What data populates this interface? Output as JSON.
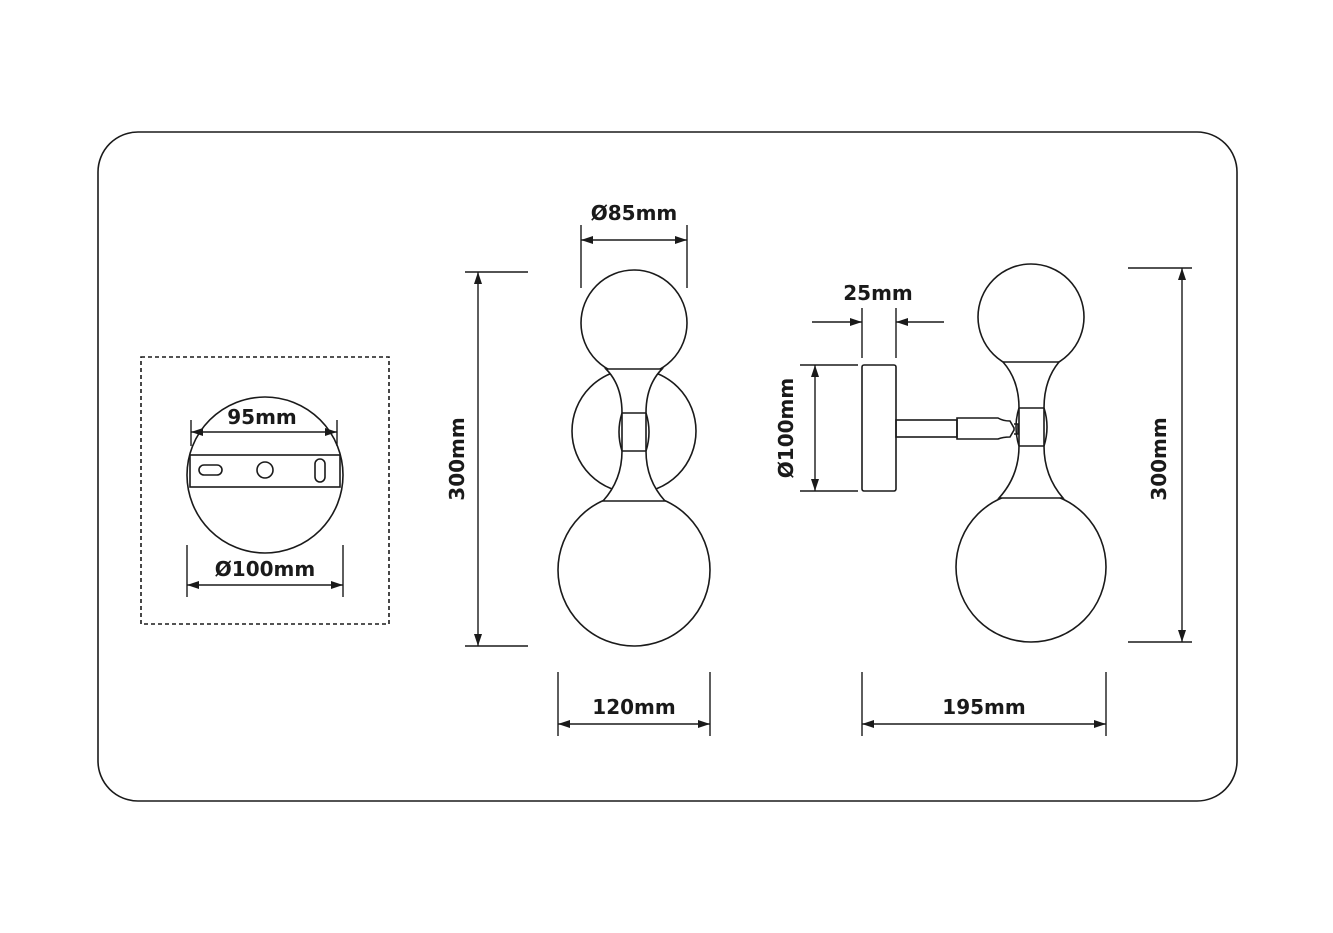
{
  "mounting_plate_view": {
    "bracket_width_label": "95mm",
    "canopy_diameter_label": "Ø100mm"
  },
  "front_view": {
    "globe_diameter_label": "Ø85mm",
    "height_label": "300mm",
    "width_label": "120mm"
  },
  "side_view": {
    "canopy_depth_label": "25mm",
    "canopy_diameter_label": "Ø100mm",
    "height_label": "300mm",
    "projection_label": "195mm"
  }
}
